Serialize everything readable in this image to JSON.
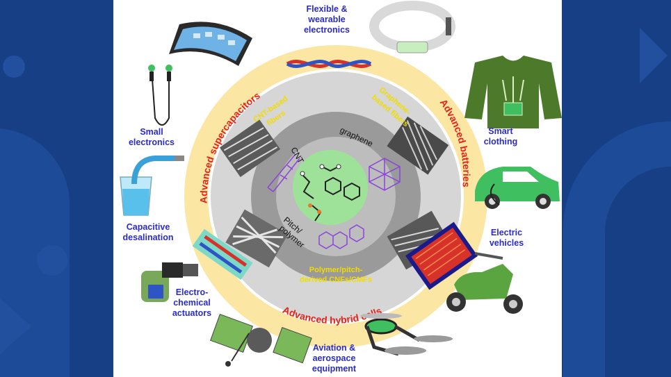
{
  "applications": {
    "flexible": [
      "Flexible &",
      "wearable",
      "electronics"
    ],
    "small": [
      "Small",
      "electronics"
    ],
    "smart_clothing": [
      "Smart",
      "clothing"
    ],
    "capacitive": [
      "Capacitive",
      "desalination"
    ],
    "electric_vehicles": [
      "Electric",
      "vehicles"
    ],
    "actuators": [
      "Electro-",
      "chemical",
      "actuators"
    ],
    "aviation": [
      "Aviation &",
      "aerospace",
      "equipment"
    ]
  },
  "outer_ring": {
    "supercapacitors": "Advanced supercapacitors",
    "batteries": "Advanced batteries",
    "hybrid": "Advanced hybrid cells"
  },
  "fiber_types": {
    "cnt_fibers": [
      "CNT-based",
      "fibers"
    ],
    "graphene_fibers": [
      "Graphene-",
      "based fibers"
    ],
    "polymer_fibers": [
      "Polymer/pitch-",
      "derived CNFs/CMFs"
    ]
  },
  "precursors": {
    "cnt": "CNT",
    "graphene": "graphene",
    "pitch": [
      "Pitch/",
      "polymer"
    ]
  },
  "colors": {
    "background": "#173f86",
    "outer_ring": "#fbe6a4",
    "inner_ring": "#d6d6d6",
    "core_disk": "#9a9a9a",
    "center": "#9ee29a",
    "application_text": "#2b2bc8",
    "ring_text": "#e5231b",
    "fiber_text": "#f0dc00"
  }
}
